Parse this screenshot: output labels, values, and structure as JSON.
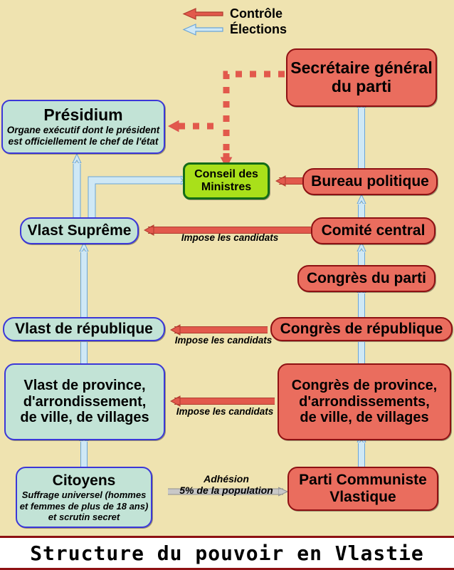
{
  "legend": {
    "items": [
      {
        "label": "Contrôle",
        "color": "#e2594c",
        "icon": "arrow-left-solid-red"
      },
      {
        "label": "Élections",
        "color": "#bfe0ee",
        "icon": "arrow-left-outline-blue"
      }
    ]
  },
  "colors": {
    "background": "#efe3b0",
    "state_fill": "#c2e3d6",
    "state_border": "#3c37d8",
    "party_fill": "#ea6d5e",
    "party_border": "#8e1113",
    "council_fill": "#a9e01a",
    "council_border": "#146b18",
    "control_arrow": "#e2594c",
    "election_arrow": "#bfe0ee",
    "election_arrow_border": "#6aa4d8",
    "membership_arrow": "#b9b9b9",
    "title_rule": "#8e1113"
  },
  "nodes": {
    "presidium": {
      "title": "Présidium",
      "subtitle": "Organe exécutif dont le président\nest officiellement le chef de l'état",
      "kind": "state"
    },
    "secretaire_general": {
      "title": "Secrétaire général\ndu parti",
      "kind": "party"
    },
    "conseil_ministres": {
      "title": "Conseil des\nMinistres",
      "kind": "council"
    },
    "bureau_politique": {
      "title": "Bureau politique",
      "kind": "party"
    },
    "vlast_supreme": {
      "title": "Vlast Suprême",
      "kind": "state"
    },
    "comite_central": {
      "title": "Comité central",
      "kind": "party"
    },
    "congres_parti": {
      "title": "Congrès du parti",
      "kind": "party"
    },
    "vlast_republique": {
      "title": "Vlast de république",
      "kind": "state"
    },
    "congres_republique": {
      "title": "Congrès de république",
      "kind": "party"
    },
    "vlast_province": {
      "title": "Vlast de province,\nd'arrondissement,\nde ville, de villages",
      "kind": "state"
    },
    "congres_province": {
      "title": "Congrès de province,\nd'arrondissements,\nde ville, de villages",
      "kind": "party"
    },
    "citoyens": {
      "title": "Citoyens",
      "subtitle": "Suffrage universel (hommes\net femmes de plus de 18 ans)\net scrutin secret",
      "kind": "state"
    },
    "parti_communiste": {
      "title": "Parti Communiste\nVlastique",
      "kind": "party"
    }
  },
  "edge_labels": {
    "impose_supreme": "Impose les candidats",
    "impose_republique": "Impose les candidats",
    "impose_province": "Impose les candidats",
    "adhesion": "Adhésion\n5% de la population"
  },
  "title": "Structure du pouvoir en Vlastie"
}
